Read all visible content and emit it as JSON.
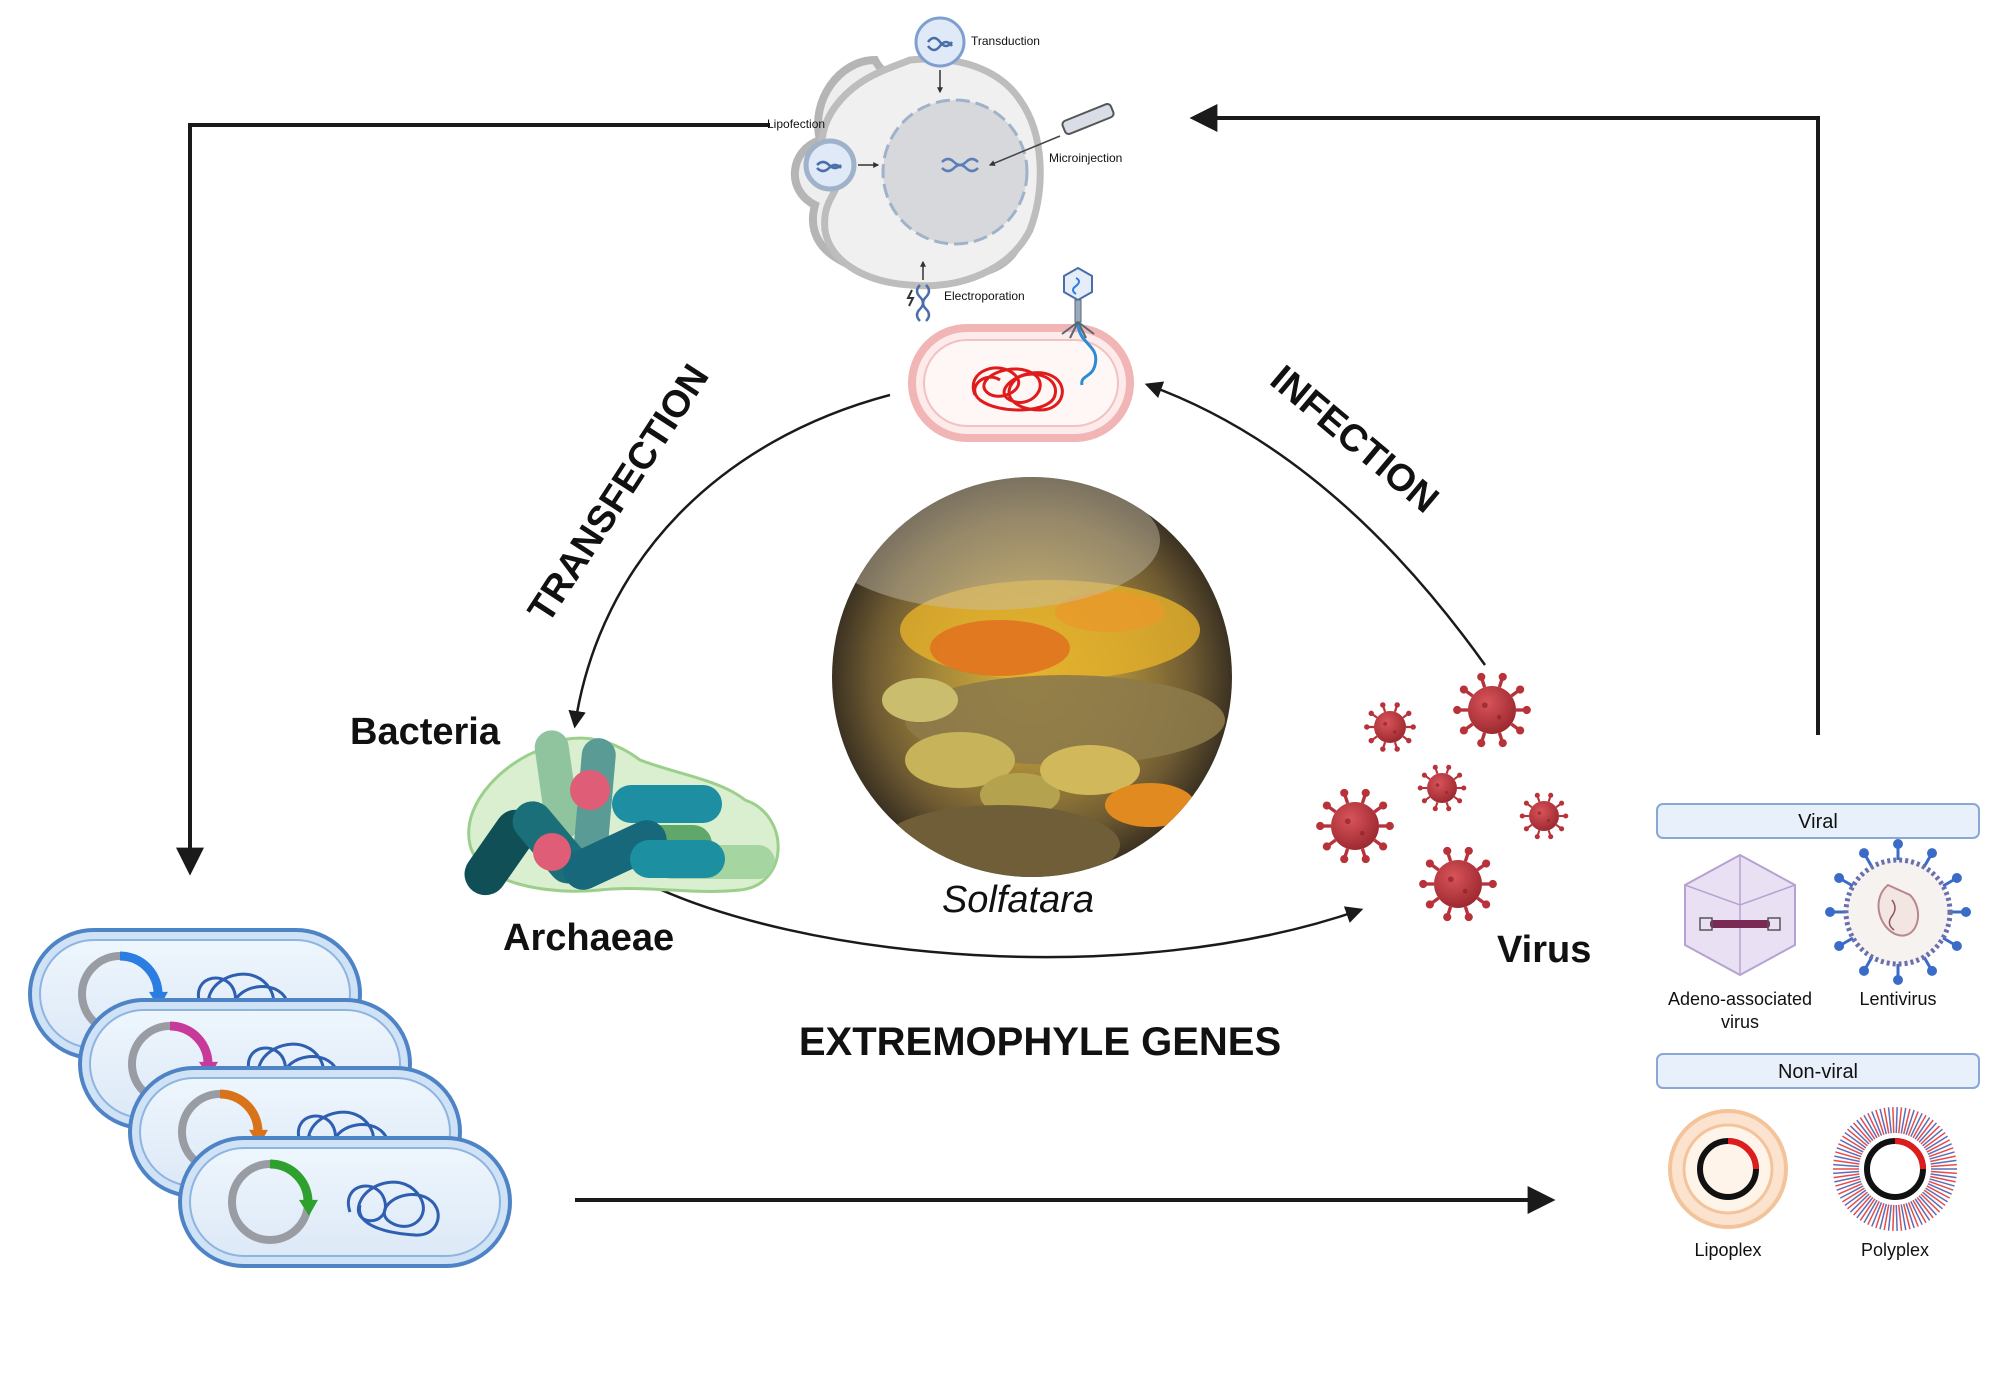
{
  "delivery_methods": {
    "transduction": "Transduction",
    "lipofection": "Lipofection",
    "microinjection": "Microinjection",
    "electroporation": "Electroporation"
  },
  "cycle": {
    "transfection": "TRANSFECTION",
    "infection": "INFECTION",
    "bacteria": "Bacteria",
    "archaeae": "Archaeae",
    "virus": "Virus",
    "solfatara": "Solfatara",
    "extremophyle_genes": "EXTREMOPHYLE GENES"
  },
  "vectors": {
    "viral_header": "Viral",
    "aav_line1": "Adeno-associated",
    "aav_line2": "virus",
    "lentivirus": "Lentivirus",
    "nonviral_header": "Non-viral",
    "lipoplex": "Lipoplex",
    "polyplex": "Polyplex"
  },
  "colors": {
    "arrow": "#1a1a1a",
    "virus_red": "#b8323a",
    "plasmid_blue": "#2a7de1",
    "plasmid_magenta": "#c83a9a",
    "plasmid_orange": "#d9731a",
    "plasmid_green": "#2ea02e",
    "dna_red": "#e01b1b",
    "panel_fill": "#e8f0fb",
    "panel_stroke": "#8aa7d6"
  }
}
